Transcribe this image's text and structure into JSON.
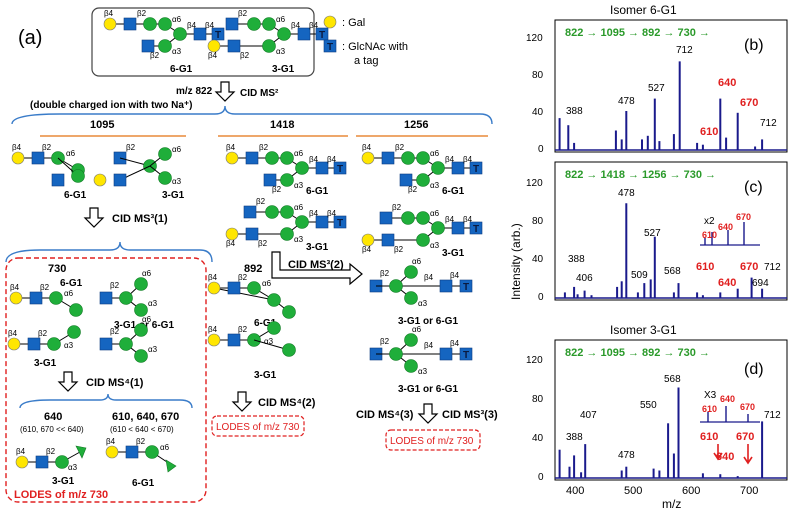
{
  "panel_a": {
    "label": "(a)",
    "legend": {
      "gal": ": Gal",
      "glcnac_line1": ": GlcNAc with",
      "glcnac_line2": "a tag"
    },
    "isomers": {
      "left": "6-G1",
      "right": "3-G1"
    },
    "precursor": "m/z 822",
    "precursor_note": "(double charged ion  with two Na⁺)",
    "ms2": "CID MS²",
    "col_headers": [
      "1095",
      "1418",
      "1256"
    ],
    "ms3_1": "CID MS³(1)",
    "ms3_2": "CID MS³(2)",
    "ms3_3": "CID MS³(3)",
    "ms4_1": "CID MS⁴(1)",
    "ms4_2": "CID MS⁴(2)",
    "ms4_3": "CID MS⁴(3)",
    "frag_730": "730",
    "frag_892": "892",
    "or_label": "3-G1 or 6-G1",
    "ms4_left": "640",
    "ms4_left_note": "(610, 670 << 640)",
    "ms4_right": "610, 640, 670",
    "ms4_right_note": "(610 < 640 < 670)",
    "lodes_main": "LODES of m/z 730",
    "lodes_box": "LODES of m/z 730",
    "linkages": {
      "b4": "β4",
      "b2": "β2",
      "a6": "α6",
      "a3": "α3"
    },
    "tag": "T"
  },
  "spectra": {
    "y_axis_label": "Intensity (arb.)",
    "x_axis_label": "m/z",
    "x_ticks": [
      "400",
      "500",
      "600",
      "700"
    ],
    "b": {
      "label": "(b)",
      "title": "Isomer  6-G1",
      "pathway": "822 → 1095 → 892 → 730 →",
      "y_ticks": [
        "0",
        "40",
        "80",
        "120"
      ],
      "peak_labels": [
        "388",
        "478",
        "527",
        "712",
        "610",
        "640",
        "670",
        "712"
      ]
    },
    "c": {
      "label": "(c)",
      "pathway": "822 → 1418 → 1256 → 730 →",
      "y_ticks": [
        "0",
        "40",
        "80",
        "120"
      ],
      "peak_labels": [
        "478",
        "527",
        "388",
        "406",
        "509",
        "568",
        "610",
        "640",
        "670",
        "712",
        "694"
      ],
      "inset": {
        "mult": "x2",
        "labels": [
          "610",
          "640",
          "670"
        ]
      }
    },
    "d": {
      "label": "(d)",
      "title": "Isomer  3-G1",
      "pathway": "822 → 1095 → 892 → 730 →",
      "y_ticks": [
        "0",
        "40",
        "80",
        "120"
      ],
      "peak_labels": [
        "568",
        "550",
        "407",
        "388",
        "478",
        "712",
        "610",
        "640",
        "670"
      ],
      "inset": {
        "mult": "X3",
        "labels": [
          "610",
          "640",
          "670"
        ]
      }
    },
    "chart_data": [
      {
        "type": "bar",
        "panel": "b",
        "xlim": [
          355,
          755
        ],
        "ylim": [
          0,
          140
        ],
        "x": [
          363,
          378,
          388,
          460,
          470,
          478,
          505,
          515,
          527,
          535,
          560,
          570,
          600,
          610,
          640,
          650,
          670,
          700,
          712
        ],
        "values": [
          36,
          28,
          8,
          22,
          12,
          44,
          12,
          16,
          58,
          10,
          18,
          100,
          8,
          6,
          58,
          14,
          42,
          4,
          12
        ]
      },
      {
        "type": "bar",
        "panel": "c",
        "xlim": [
          355,
          755
        ],
        "ylim": [
          0,
          140
        ],
        "x": [
          372,
          388,
          394,
          406,
          418,
          462,
          470,
          478,
          498,
          509,
          520,
          527,
          560,
          568,
          600,
          610,
          640,
          670,
          694,
          712
        ],
        "values": [
          6,
          12,
          4,
          8,
          3,
          12,
          18,
          102,
          6,
          16,
          20,
          66,
          6,
          16,
          6,
          3,
          6,
          10,
          22,
          10
        ]
      },
      {
        "type": "bar",
        "panel": "d",
        "xlim": [
          355,
          755
        ],
        "ylim": [
          0,
          140
        ],
        "x": [
          363,
          380,
          388,
          400,
          407,
          470,
          478,
          525,
          535,
          550,
          560,
          568,
          610,
          640,
          670,
          712
        ],
        "values": [
          30,
          12,
          24,
          6,
          36,
          8,
          12,
          10,
          8,
          58,
          26,
          96,
          5,
          4,
          2,
          60
        ]
      }
    ]
  }
}
